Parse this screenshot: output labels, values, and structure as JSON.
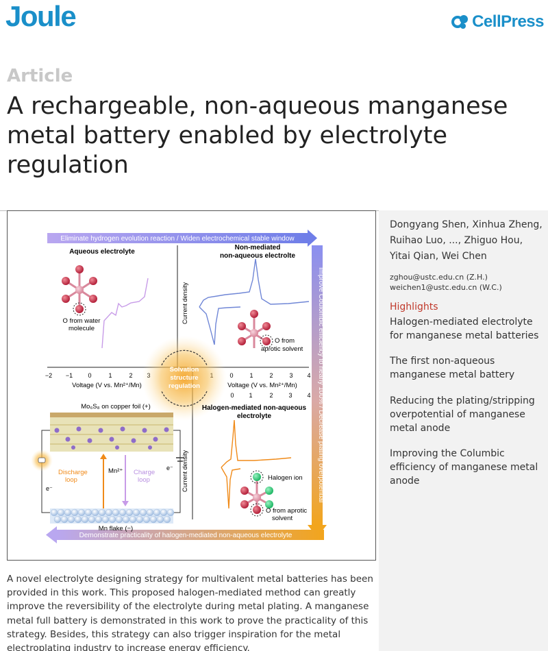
{
  "header": {
    "journal": "Joule",
    "publisher": "CellPress"
  },
  "article": {
    "type": "Article",
    "title": "A rechargeable, non-aqueous manganese metal battery enabled by electrolyte regulation"
  },
  "graphical_abstract": {
    "top_arrow": "Eliminate hydrogen evolution reaction / Widen electrochemical stable window",
    "right_arrow": "Improve Coulombic efficiency to nearly 100% / Decrease plating overpotential",
    "bottom_arrow": "Demonstrate practicality of halogen-mediated non-aqueous electrolyte",
    "panel_aqueous": "Aqueous electrolyte",
    "panel_nonmediated_1": "Non-mediated",
    "panel_nonmediated_2": "non-aqueous electrolte",
    "panel_halogen_1": "Halogen-mediated non-aqueous",
    "panel_halogen_2": "electrolyte",
    "o_water_1": "O from water",
    "o_water_2": "molecule",
    "o_aprotic_1": "O from",
    "o_aprotic_2": "aprotic solvent",
    "halogen_ion": "Halogen ion",
    "o_aprotic_b1": "O from aprotic",
    "o_aprotic_b2": "solvent",
    "ylabel": "Current density",
    "xlabel": "Voltage (V vs. Mn²⁺/Mn)",
    "x_ticks_left": [
      "−2",
      "−1",
      "0",
      "1",
      "2",
      "3"
    ],
    "x_ticks_right": [
      "1",
      "0",
      "1",
      "2",
      "3",
      "4"
    ],
    "x_ticks_mid": [
      "0",
      "1",
      "2",
      "3",
      "4"
    ],
    "center_1": "Solvation",
    "center_2": "structure",
    "center_3": "regulation",
    "cathode": "Mo₆S₈ on copper foil (+)",
    "discharge_1": "Discharge",
    "discharge_2": "loop",
    "charge_1": "Charge",
    "charge_2": "loop",
    "mn_ion": "Mn²⁺",
    "electron": "e⁻",
    "anode": "Mn flake (−)"
  },
  "side": {
    "authors": "Dongyang Shen, Xinhua Zheng, Ruihao Luo, ..., Zhiguo Hou, Yitai Qian, Wei Chen",
    "email_1": "zghou@ustc.edu.cn (Z.H.)",
    "email_2": "weichen1@ustc.edu.cn (W.C.)",
    "highlights_heading": "Highlights",
    "highlights": [
      "Halogen-mediated electrolyte for manganese metal batteries",
      "The first non-aqueous manganese metal battery",
      "Reducing the plating/stripping overpotential of manganese metal anode",
      "Improving the Columbic efficiency of manganese metal anode"
    ]
  },
  "summary": "A novel electrolyte designing strategy for multivalent metal batteries has been provided in this work. This proposed halogen-mediated method can greatly improve the reversibility of the electrolyte during metal plating. A manganese metal full battery is demonstrated in this work to prove the practicality of this strategy. Besides, this strategy can also trigger inspiration for the metal electroplating industry to increase energy efficiency.",
  "colors": {
    "brand": "#1a8fc9",
    "highlight_heading": "#c0392b",
    "arrow_purple": "#8a7fe0",
    "arrow_orange": "#f2a51d",
    "curve_purple": "#c79be8",
    "curve_blue": "#6f86d6",
    "curve_orange": "#f08a18"
  }
}
